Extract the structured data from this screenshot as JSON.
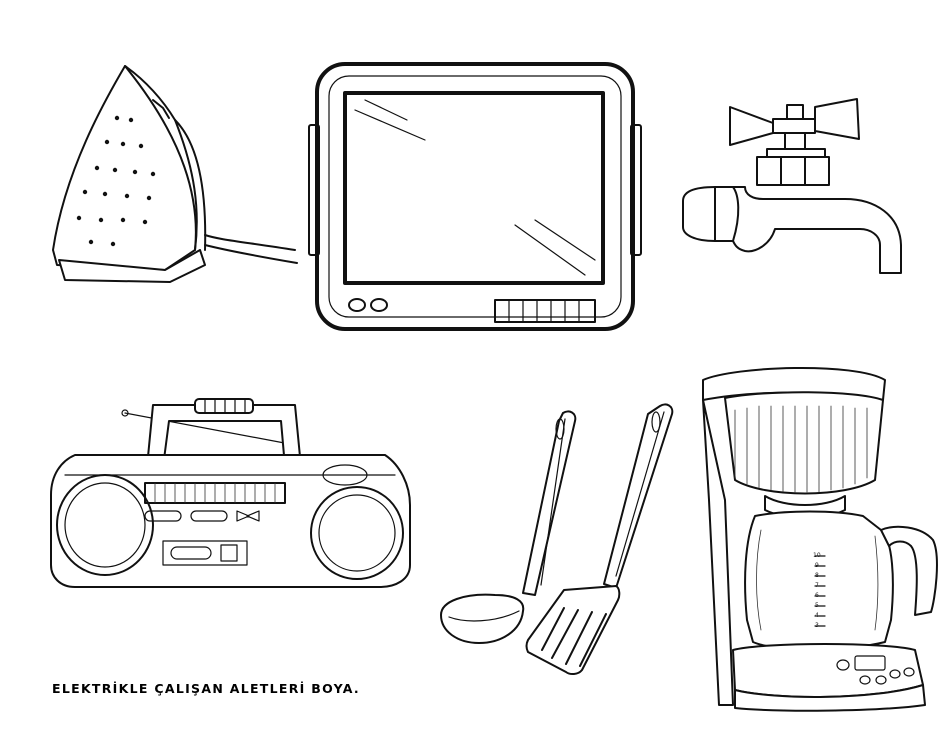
{
  "caption": "ELEKTRİKLE ÇALIŞAN ALETLERİ BOYA.",
  "illustrations": [
    "iron-icon",
    "tv-icon",
    "faucet-icon",
    "radio-icon",
    "ladle-icon",
    "spatula-icon",
    "coffee-maker-icon"
  ],
  "coffee_scale": [
    "10",
    "9",
    "8",
    "7",
    "6",
    "5",
    "4",
    "3"
  ]
}
